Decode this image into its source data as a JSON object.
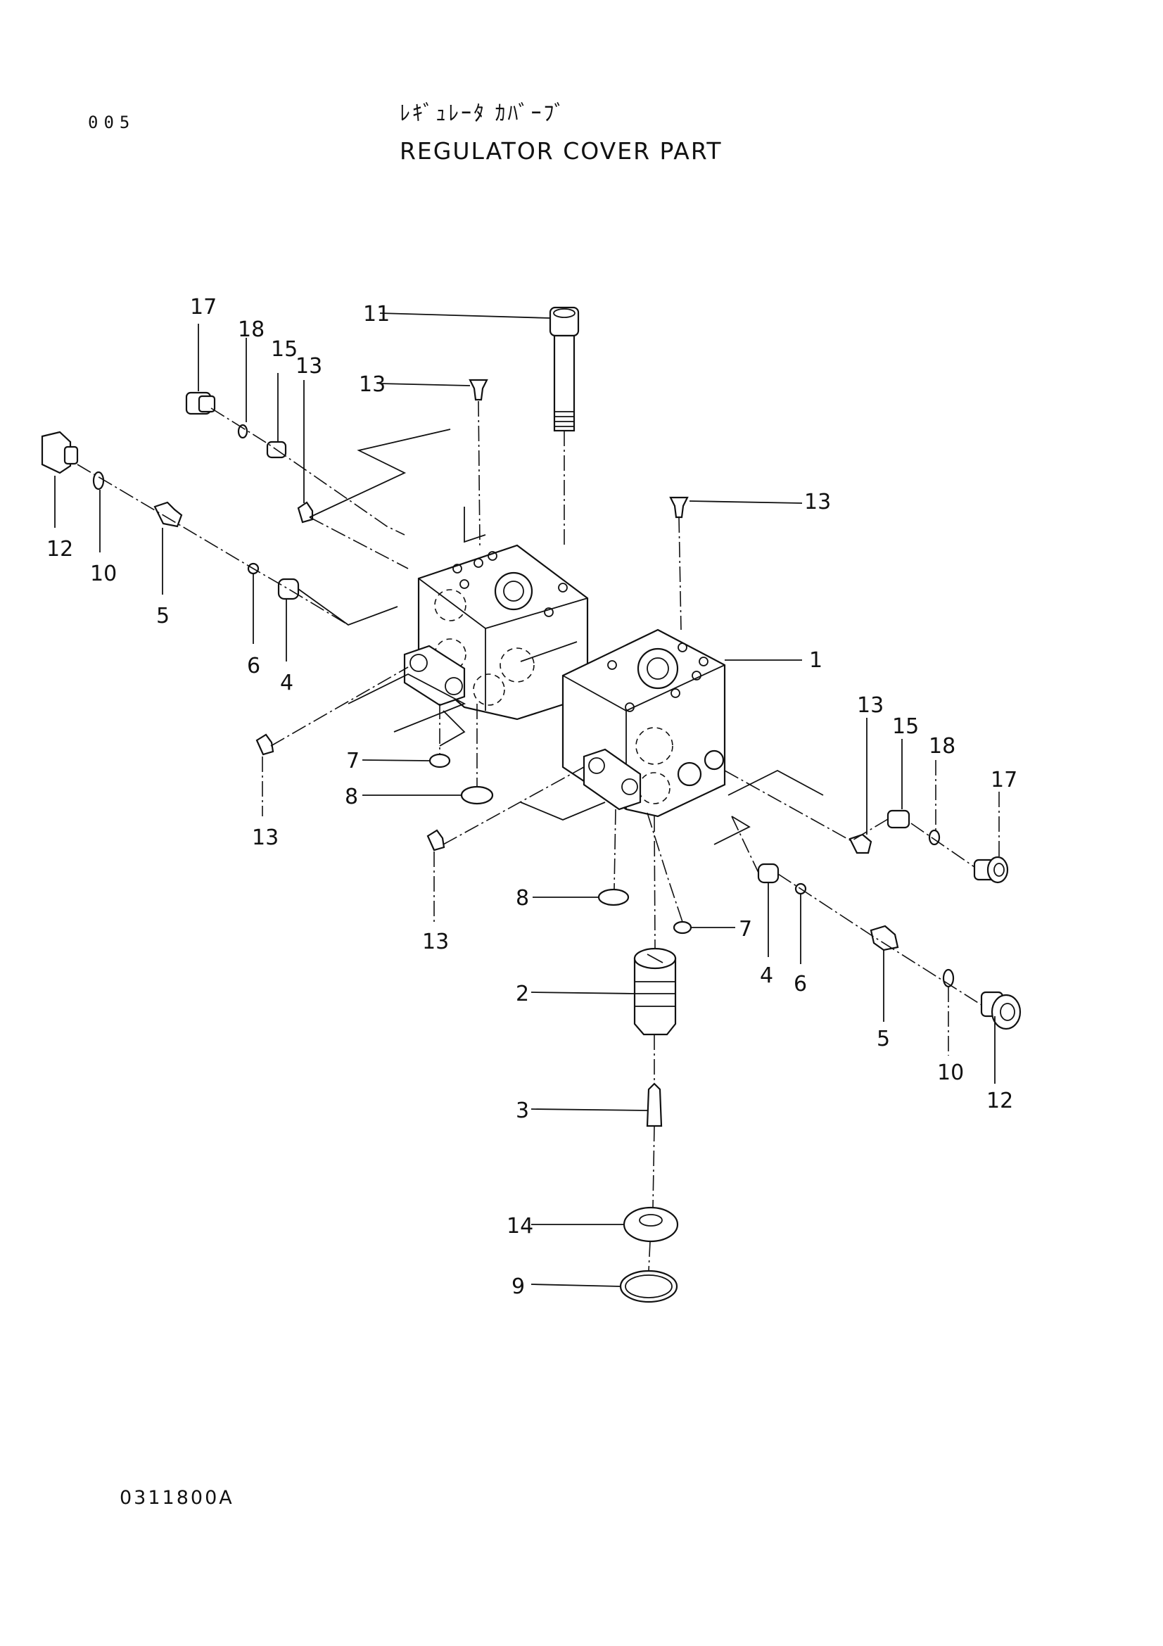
{
  "header": {
    "page_number": "005",
    "title_jp": "ﾚｷﾞｭﾚｰﾀ ｶﾊﾞｰﾌﾞ",
    "title_en": "REGULATOR COVER PART"
  },
  "footer": {
    "drawing_number": "0311800A"
  },
  "callouts": [
    {
      "id": "c17-left",
      "text": "17"
    },
    {
      "id": "c18-left",
      "text": "18"
    },
    {
      "id": "c15-left",
      "text": "15"
    },
    {
      "id": "c13-left-upper",
      "text": "13"
    },
    {
      "id": "c11",
      "text": "11"
    },
    {
      "id": "c13-top",
      "text": "13"
    },
    {
      "id": "c13-right-top",
      "text": "13"
    },
    {
      "id": "c12-left",
      "text": "12"
    },
    {
      "id": "c10-left",
      "text": "10"
    },
    {
      "id": "c5-left",
      "text": "5"
    },
    {
      "id": "c6-left",
      "text": "6"
    },
    {
      "id": "c4-left",
      "text": "4"
    },
    {
      "id": "c1",
      "text": "1"
    },
    {
      "id": "c7-left",
      "text": "7"
    },
    {
      "id": "c8-left",
      "text": "8"
    },
    {
      "id": "c13-left-lower",
      "text": "13"
    },
    {
      "id": "c13-right",
      "text": "13"
    },
    {
      "id": "c15-right",
      "text": "15"
    },
    {
      "id": "c18-right",
      "text": "18"
    },
    {
      "id": "c17-right",
      "text": "17"
    },
    {
      "id": "c8-center",
      "text": "8"
    },
    {
      "id": "c7-center",
      "text": "7"
    },
    {
      "id": "c13-center-lower",
      "text": "13"
    },
    {
      "id": "c4-right",
      "text": "4"
    },
    {
      "id": "c6-right",
      "text": "6"
    },
    {
      "id": "c2",
      "text": "2"
    },
    {
      "id": "c5-right",
      "text": "5"
    },
    {
      "id": "c10-right",
      "text": "10"
    },
    {
      "id": "c12-right",
      "text": "12"
    },
    {
      "id": "c3",
      "text": "3"
    },
    {
      "id": "c14",
      "text": "14"
    },
    {
      "id": "c9",
      "text": "9"
    }
  ]
}
